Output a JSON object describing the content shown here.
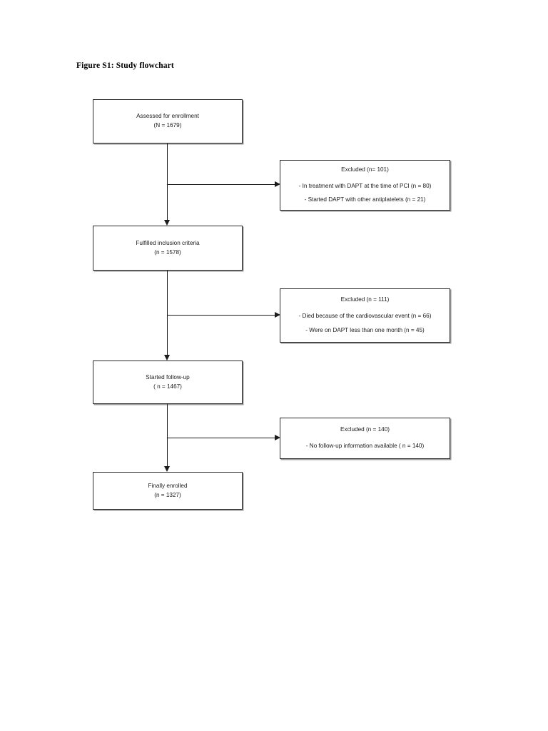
{
  "figure": {
    "title": "Figure S1: Study flowchart"
  },
  "flow": {
    "main_nodes": [
      {
        "id": "assessed",
        "label": "Assessed for enrollment",
        "count_text": "(N = 1679)",
        "n": 1679
      },
      {
        "id": "fulfilled",
        "label": "Fulfilled inclusion criteria",
        "count_text": "(n = 1578)",
        "n": 1578
      },
      {
        "id": "started",
        "label": "Started follow-up",
        "count_text": "( n = 1467)",
        "n": 1467
      },
      {
        "id": "finally",
        "label": "Finally enrolled",
        "count_text": "(n = 1327)",
        "n": 1327
      }
    ],
    "exclusion_nodes": [
      {
        "id": "excl-1",
        "heading": "Excluded (n= 101)",
        "n": 101,
        "reasons": [
          "- In treatment with DAPT at the time of PCI (n = 80)",
          "- Started DAPT with other antiplatelets (n = 21)"
        ]
      },
      {
        "id": "excl-2",
        "heading": "Excluded (n = 111)",
        "n": 111,
        "reasons": [
          "- Died because of the cardiovascular event (n = 66)",
          "- Were on DAPT less than one month (n = 45)"
        ]
      },
      {
        "id": "excl-3",
        "heading": "Excluded (n = 140)",
        "n": 140,
        "reasons": [
          "- No follow-up information available ( n = 140)"
        ]
      }
    ]
  },
  "chart_data": {
    "type": "diagram",
    "title": "Figure S1: Study flowchart",
    "diagram_kind": "consort-style participant flowchart",
    "stages": [
      {
        "stage": "Assessed for enrollment",
        "n": 1679
      },
      {
        "stage": "Fulfilled inclusion criteria",
        "n": 1578
      },
      {
        "stage": "Started follow-up",
        "n": 1467
      },
      {
        "stage": "Finally enrolled",
        "n": 1327
      }
    ],
    "exclusions": [
      {
        "after_stage": "Assessed for enrollment",
        "total": 101,
        "reasons": [
          {
            "reason": "In treatment with DAPT at the time of PCI",
            "n": 80
          },
          {
            "reason": "Started DAPT with other antiplatelets",
            "n": 21
          }
        ]
      },
      {
        "after_stage": "Fulfilled inclusion criteria",
        "total": 111,
        "reasons": [
          {
            "reason": "Died because of the cardiovascular event",
            "n": 66
          },
          {
            "reason": "Were on DAPT less than one month",
            "n": 45
          }
        ]
      },
      {
        "after_stage": "Started follow-up",
        "total": 140,
        "reasons": [
          {
            "reason": "No follow-up information available",
            "n": 140
          }
        ]
      }
    ],
    "colors": {
      "background": "#ffffff",
      "box_border": "#2a2a2a",
      "connector": "#1c1c1c",
      "text": "#1a1a1a"
    }
  }
}
